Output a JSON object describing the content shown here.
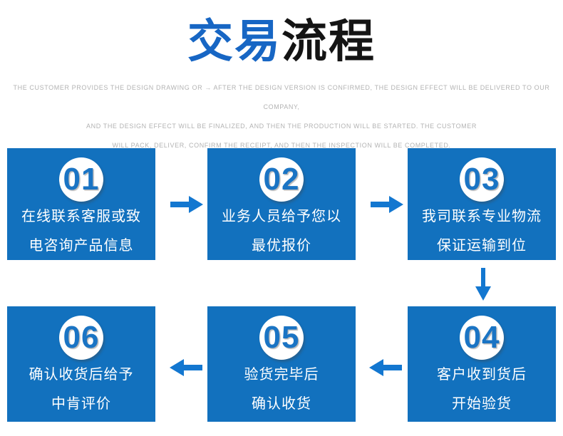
{
  "title": {
    "highlight": "交易",
    "rest": "流程"
  },
  "subtitle": {
    "lines": [
      "THE CUSTOMER PROVIDES THE DESIGN DRAWING OR → AFTER THE DESIGN VERSION IS CONFIRMED, THE DESIGN EFFECT WILL BE DELIVERED TO OUR COMPANY,",
      "AND THE DESIGN EFFECT WILL BE FINALIZED, AND THEN THE PRODUCTION WILL BE STARTED. THE CUSTOMER",
      "WILL PACK, DELIVER, CONFIRM THE RECEIPT, AND THEN THE INSPECTION WILL BE COMPLETED."
    ]
  },
  "steps": [
    {
      "number": "01",
      "line1": "在线联系客服或致",
      "line2": "电咨询产品信息"
    },
    {
      "number": "02",
      "line1": "业务人员给予您以",
      "line2": "最优报价"
    },
    {
      "number": "03",
      "line1": "我司联系专业物流",
      "line2": "保证运输到位"
    },
    {
      "number": "04",
      "line1": "客户收到货后",
      "line2": "开始验货"
    },
    {
      "number": "05",
      "line1": "验货完毕后",
      "line2": "确认收货"
    },
    {
      "number": "06",
      "line1": "确认收货后给予",
      "line2": "中肯评价"
    }
  ],
  "icons": {
    "arrow_right": "→",
    "arrow_left": "←",
    "arrow_down": "↓"
  },
  "colors": {
    "box_blue": "#1271BE",
    "arrow_blue": "#1377D0",
    "title_blue": "#1766C4",
    "title_dark": "#141414",
    "subtitle_gray": "#B3B3B3",
    "step_number_blue": "#1A74C4",
    "step_text": "#FFFFFF"
  }
}
